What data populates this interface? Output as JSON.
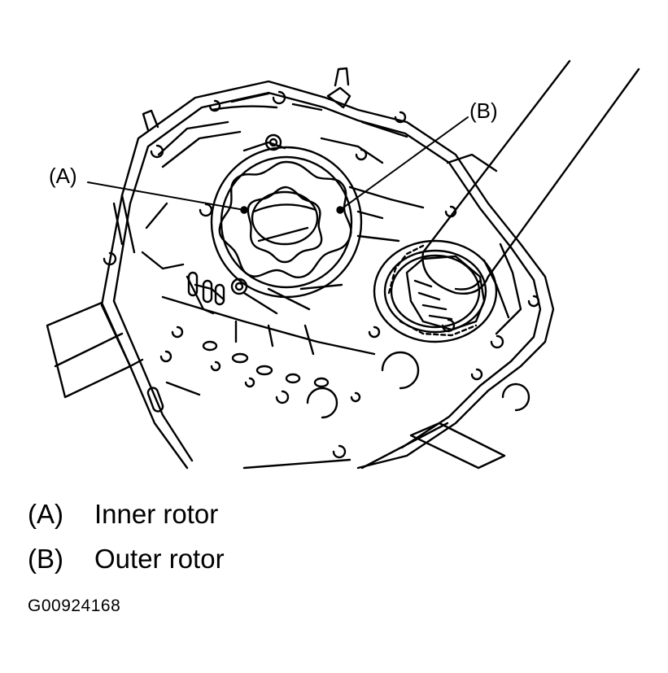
{
  "callouts": {
    "a": "(A)",
    "b": "(B)"
  },
  "legend": [
    {
      "key": "(A)",
      "label": "Inner rotor"
    },
    {
      "key": "(B)",
      "label": "Outer rotor"
    }
  ],
  "figure_code": "G00924168"
}
